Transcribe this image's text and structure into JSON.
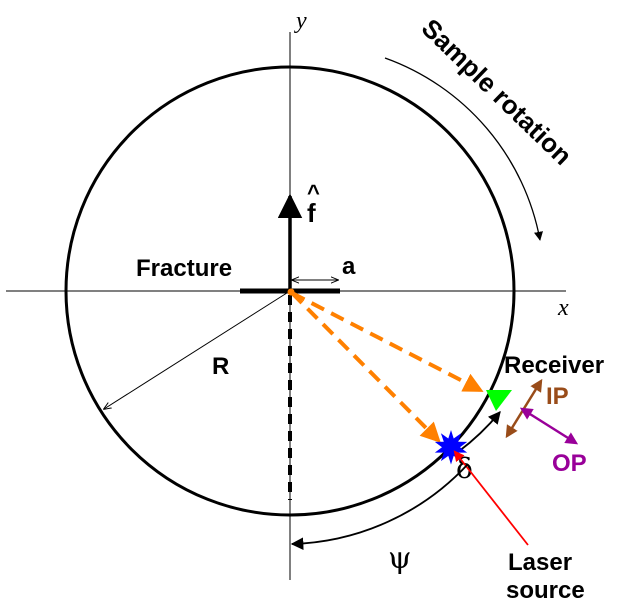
{
  "axes": {
    "x_label": "x",
    "y_label": "y"
  },
  "labels": {
    "sample_rotation": "Sample rotation",
    "fracture": "Fracture",
    "f_hat": "f",
    "hat": "^",
    "a": "a",
    "R": "R",
    "receiver": "Receiver",
    "ip": "IP",
    "op": "OP",
    "delta": "δ",
    "psi": "ψ",
    "laser_line1": "Laser",
    "laser_line2": "source"
  },
  "colors": {
    "black": "#000000",
    "orange": "#ff8000",
    "receiver_green": "#00ff00",
    "ip_brown": "#994c19",
    "op_purple": "#990099",
    "laser_blue": "#0000ff",
    "laser_red": "#ff0000"
  }
}
